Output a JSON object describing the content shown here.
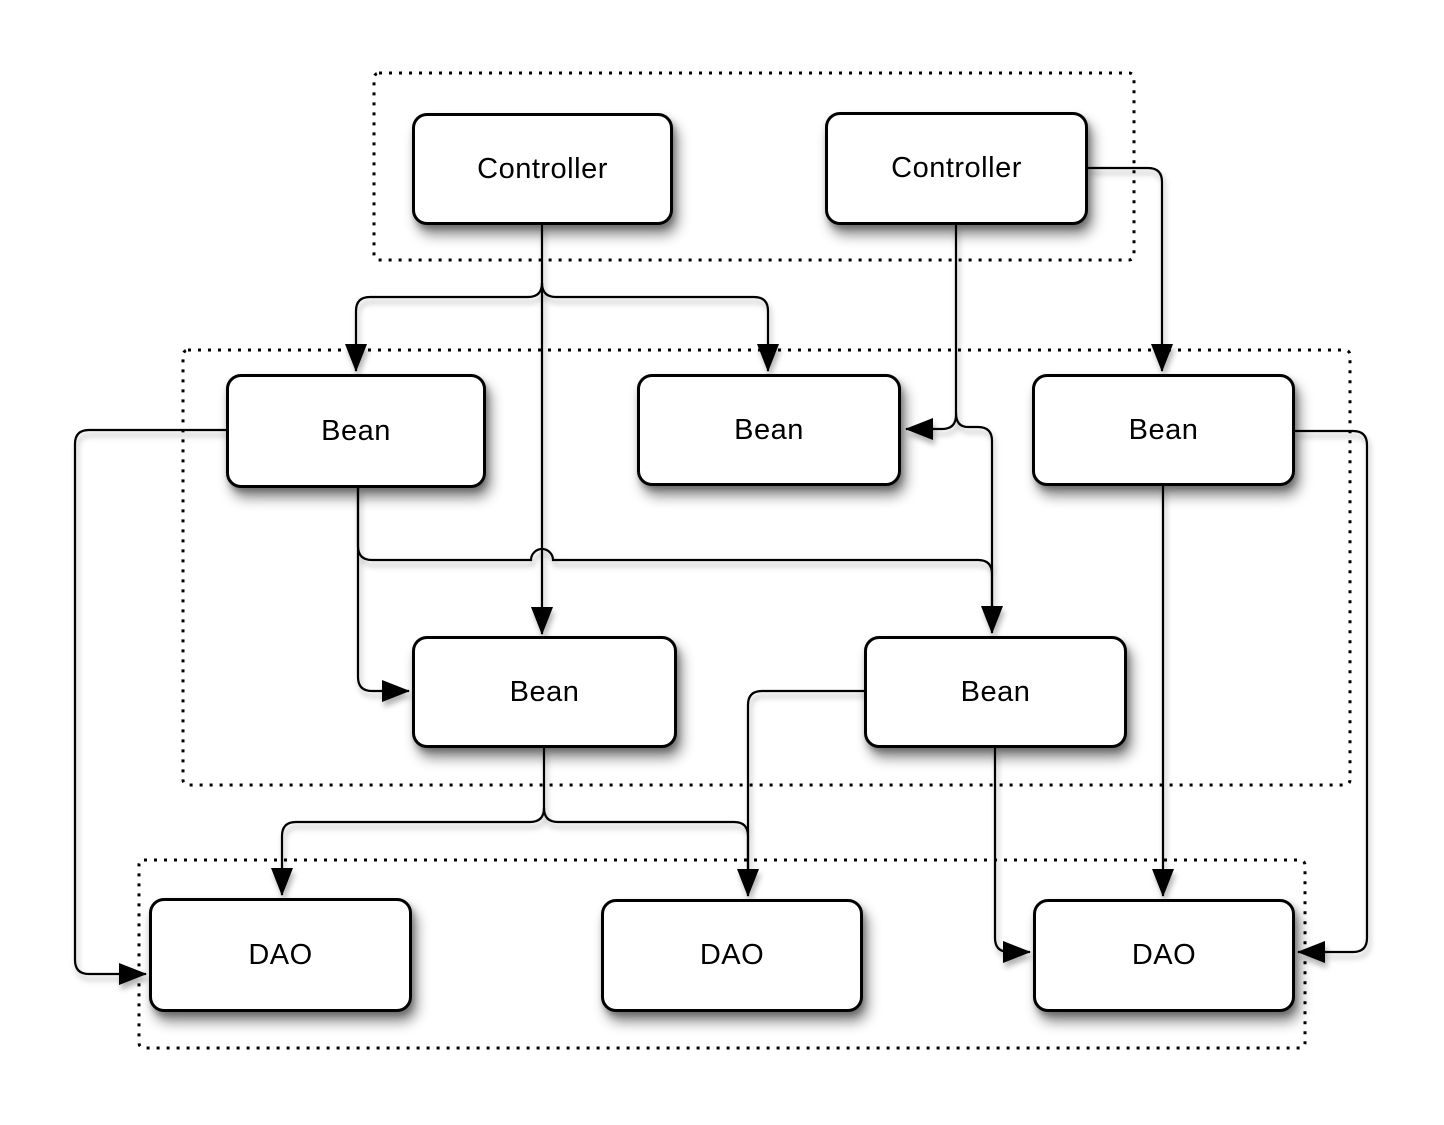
{
  "colors": {
    "background": "#ffffff",
    "node_fill": "#ffffff",
    "node_border": "#000000",
    "edge": "#000000",
    "text": "#000000"
  },
  "nodes": [
    {
      "id": "controller-1",
      "label": "Controller"
    },
    {
      "id": "controller-2",
      "label": "Controller"
    },
    {
      "id": "bean-1",
      "label": "Bean"
    },
    {
      "id": "bean-2",
      "label": "Bean"
    },
    {
      "id": "bean-3",
      "label": "Bean"
    },
    {
      "id": "bean-4",
      "label": "Bean"
    },
    {
      "id": "bean-5",
      "label": "Bean"
    },
    {
      "id": "dao-1",
      "label": "DAO"
    },
    {
      "id": "dao-2",
      "label": "DAO"
    },
    {
      "id": "dao-3",
      "label": "DAO"
    }
  ],
  "groups": [
    {
      "id": "controller-layer",
      "contains": [
        "controller-1",
        "controller-2"
      ]
    },
    {
      "id": "bean-layer",
      "contains": [
        "bean-1",
        "bean-2",
        "bean-3",
        "bean-4",
        "bean-5"
      ]
    },
    {
      "id": "dao-layer",
      "contains": [
        "dao-1",
        "dao-2",
        "dao-3"
      ]
    }
  ],
  "edges": [
    {
      "from": "controller-1",
      "to": "bean-1",
      "into": "top"
    },
    {
      "from": "controller-1",
      "to": "bean-2",
      "into": "top"
    },
    {
      "from": "controller-1",
      "to": "bean-4",
      "into": "top"
    },
    {
      "from": "controller-2",
      "to": "bean-2",
      "into": "right"
    },
    {
      "from": "controller-2",
      "to": "bean-5",
      "into": "top"
    },
    {
      "from": "controller-2",
      "to": "bean-3",
      "into": "top"
    },
    {
      "from": "bean-1",
      "to": "dao-1",
      "into": "left"
    },
    {
      "from": "bean-1",
      "to": "bean-5",
      "into": "top"
    },
    {
      "from": "bean-1",
      "to": "bean-4",
      "into": "left"
    },
    {
      "from": "bean-3",
      "to": "dao-3",
      "into": "top"
    },
    {
      "from": "bean-3",
      "to": "dao-3",
      "into": "right"
    },
    {
      "from": "bean-4",
      "to": "dao-1",
      "into": "top"
    },
    {
      "from": "bean-4",
      "to": "dao-2",
      "into": "top"
    },
    {
      "from": "bean-5",
      "to": "dao-2",
      "into": "top"
    },
    {
      "from": "bean-5",
      "to": "dao-3",
      "into": "left"
    }
  ]
}
